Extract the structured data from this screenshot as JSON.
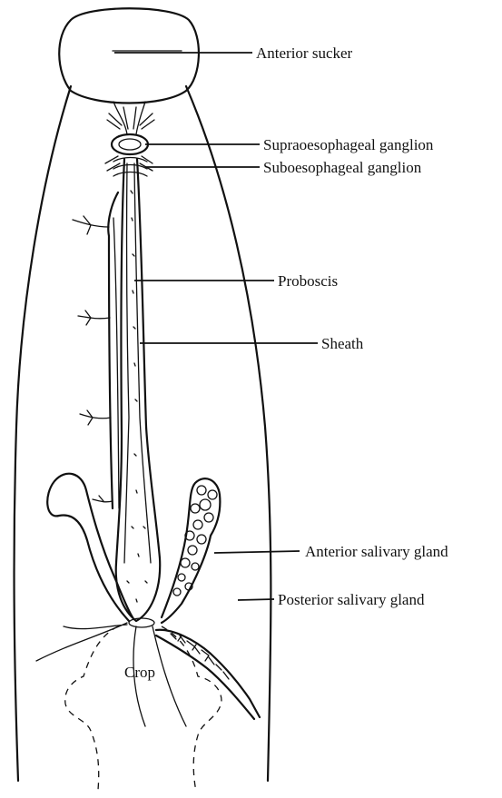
{
  "labels": {
    "anterior_sucker": "Anterior sucker",
    "supraoesophageal_ganglion": "Supraoesophageal ganglion",
    "suboesophageal_ganglion": "Suboesophageal ganglion",
    "proboscis": "Proboscis",
    "sheath": "Sheath",
    "anterior_salivary_gland": "Anterior salivary gland",
    "posterior_salivary_gland": "Posterior salivary gland",
    "crop": "Crop"
  }
}
